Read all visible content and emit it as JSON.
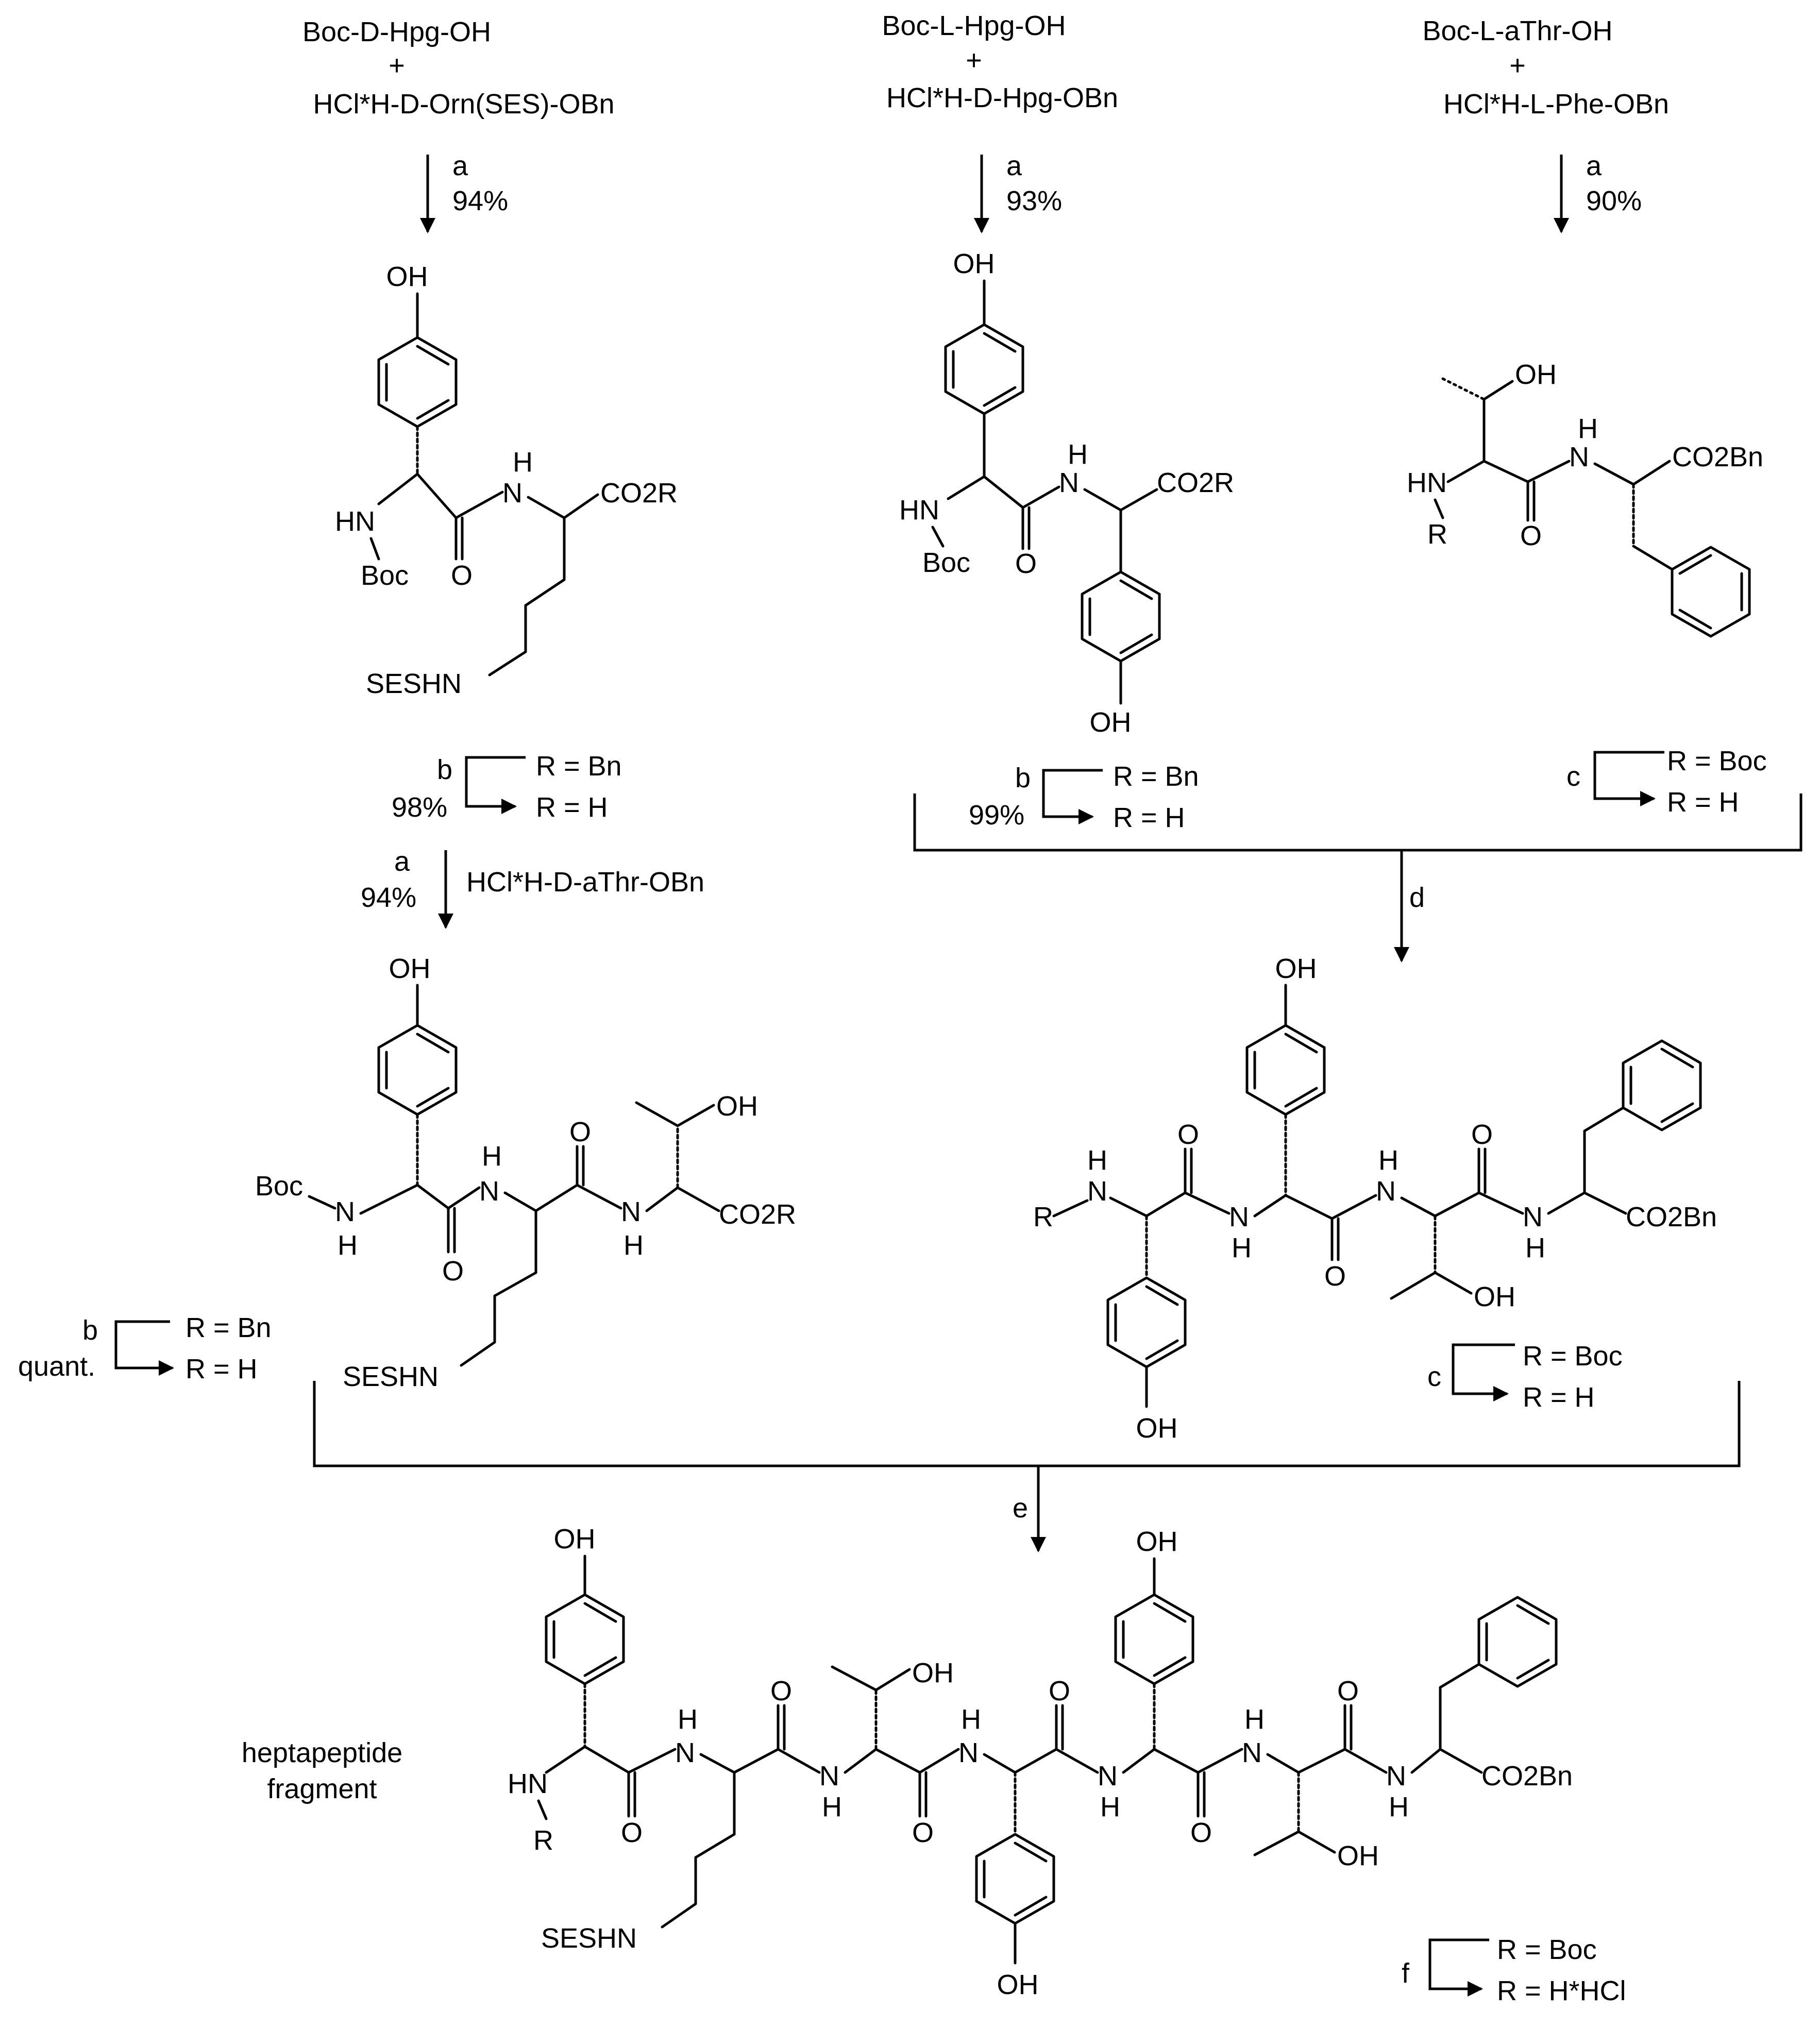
{
  "step1": {
    "left": {
      "reactant1": "Boc-D-Hpg-OH",
      "plus": "+",
      "reactant2": "HCl*H-D-Orn(SES)-OBn",
      "reagent": "a",
      "yield": "94%"
    },
    "middle": {
      "reactant1": "Boc-L-Hpg-OH",
      "plus": "+",
      "reactant2": "HCl*H-D-Hpg-OBn",
      "reagent": "a",
      "yield": "93%"
    },
    "right": {
      "reactant1": "Boc-L-aThr-OH",
      "plus": "+",
      "reactant2": "HCl*H-L-Phe-OBn",
      "reagent": "a",
      "yield": "90%"
    }
  },
  "dipeptide_left": {
    "oh": "OH",
    "hn": "HN",
    "boc": "Boc",
    "o": "O",
    "nh_h": "H",
    "nh_n": "N",
    "ester": "CO2R",
    "seshn": "SESHN",
    "deprotect": {
      "reagent": "b",
      "yield": "98%",
      "from": "R = Bn",
      "to": "R = H"
    }
  },
  "coupling_left": {
    "reagent": "a",
    "yield": "94%",
    "partner": "HCl*H-D-aThr-OBn"
  },
  "dipeptide_middle": {
    "oh_top": "OH",
    "oh_bottom": "OH",
    "hn": "HN",
    "boc": "Boc",
    "o": "O",
    "nh_h": "H",
    "nh_n": "N",
    "ester": "CO2R",
    "deprotect": {
      "reagent": "b",
      "yield": "99%",
      "from": "R = Bn",
      "to": "R = H"
    }
  },
  "dipeptide_right": {
    "oh": "OH",
    "hn": "HN",
    "r": "R",
    "o": "O",
    "nh_h": "H",
    "nh_n": "N",
    "ester": "CO2Bn",
    "deprotect": {
      "reagent": "c",
      "from": "R = Boc",
      "to": "R = H"
    }
  },
  "coupling_d": {
    "reagent": "d"
  },
  "tripeptide": {
    "oh": "OH",
    "boc": "Boc",
    "nh": "N",
    "h": "H",
    "o": "O",
    "ester": "CO2R",
    "seshn": "SESHN",
    "deprotect": {
      "reagent": "b",
      "yield": "quant.",
      "from": "R = Bn",
      "to": "R = H"
    }
  },
  "tetrapeptide": {
    "r": "R",
    "n": "N",
    "h": "H",
    "o": "O",
    "oh": "OH",
    "ester": "CO2Bn",
    "deprotect": {
      "reagent": "c",
      "from": "R = Boc",
      "to": "R = H"
    }
  },
  "coupling_e": {
    "reagent": "e"
  },
  "heptapeptide": {
    "label_line1": "heptapeptide",
    "label_line2": "fragment",
    "hn": "HN",
    "r": "R",
    "n": "N",
    "h": "H",
    "o": "O",
    "oh": "OH",
    "ester": "CO2Bn",
    "seshn": "SESHN",
    "deprotect": {
      "reagent": "f",
      "from": "R = Boc",
      "to": "R = H*HCl"
    }
  }
}
